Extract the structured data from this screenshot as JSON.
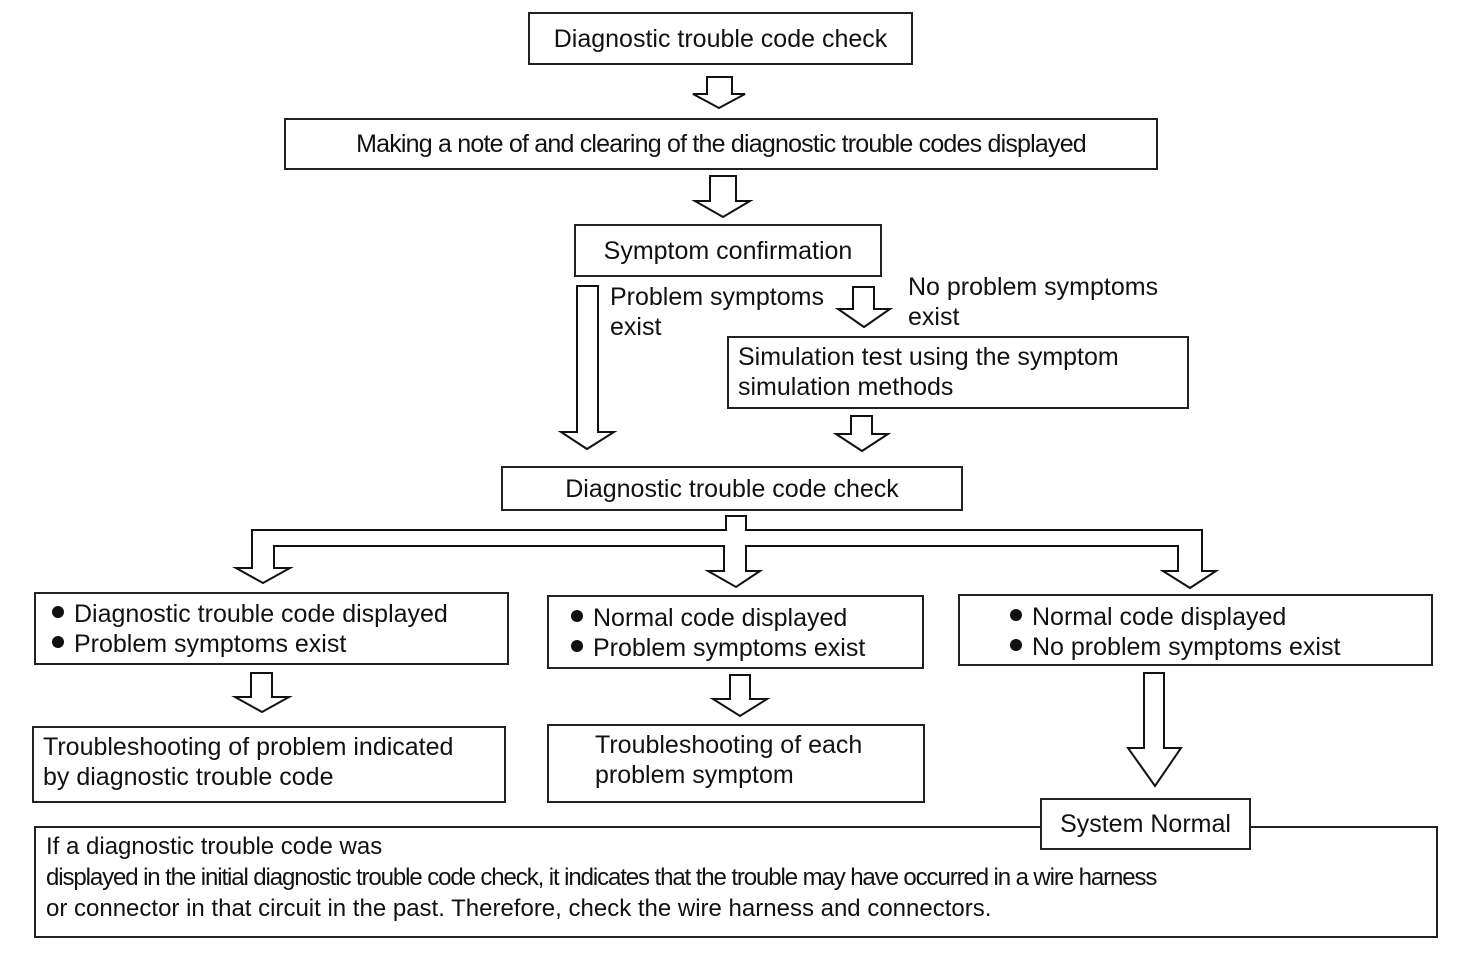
{
  "flowchart": {
    "step1": {
      "label": "Diagnostic trouble code check"
    },
    "step2": {
      "label": "Making a note of and clearing of the diagnostic trouble codes displayed"
    },
    "step3": {
      "label": "Symptom confirmation"
    },
    "branch_labels": {
      "problem": [
        "Problem symptoms",
        "exist"
      ],
      "no_problem": [
        "No problem symptoms",
        "exist"
      ]
    },
    "simulation": {
      "lines": [
        "Simulation test using the symptom",
        "simulation methods"
      ]
    },
    "step4": {
      "label": "Diagnostic trouble code check"
    },
    "outcomes": [
      {
        "conditions": [
          "Diagnostic trouble code displayed",
          "Problem symptoms exist"
        ],
        "action": [
          "Troubleshooting of problem indicated",
          "by diagnostic trouble code"
        ]
      },
      {
        "conditions": [
          "Normal code displayed",
          "Problem symptoms exist"
        ],
        "action": [
          "Troubleshooting of each",
          "problem symptom"
        ]
      },
      {
        "conditions": [
          "Normal code displayed",
          "No problem symptoms exist"
        ],
        "action": [
          "System Normal"
        ]
      }
    ],
    "note": {
      "lines": [
        "If a diagnostic trouble code was",
        "displayed in the initial diagnostic trouble code check, it indicates that the trouble may have occurred in a wire harness",
        "or connector in that circuit in the past. Therefore, check the wire harness and connectors."
      ]
    }
  },
  "colors": {
    "ink": "#111111",
    "background": "#ffffff"
  }
}
